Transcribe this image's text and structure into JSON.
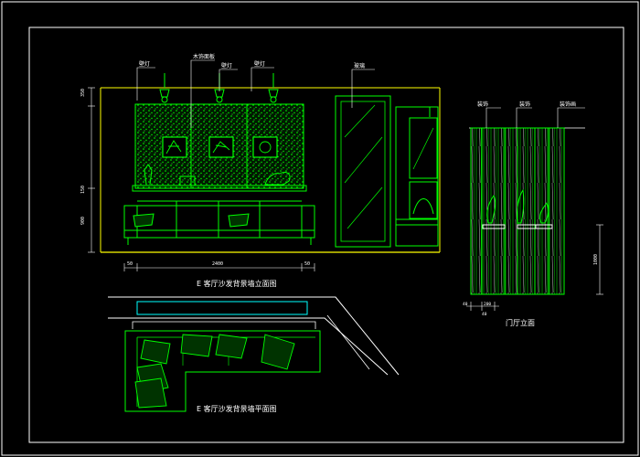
{
  "drawing": {
    "colors": {
      "background": "#000000",
      "frame": "#ffffff",
      "primary_line": "#00ff00",
      "secondary_line": "#ffff00",
      "accent_line": "#00ffff",
      "text": "#ffffff"
    },
    "elevation_top": {
      "title": "E 客厅沙发背景墙立面图",
      "tags": [
        "壁灯",
        "木饰面板",
        "壁灯",
        "壁灯"
      ],
      "right_tag": "玻璃",
      "dims_left": [
        "350",
        "150",
        "900"
      ],
      "dims_bottom": [
        "50",
        "2400",
        "50"
      ]
    },
    "plan": {
      "title": "E 客厅沙发背景墙平面图"
    },
    "entrance": {
      "title": "门厅立面",
      "tags": [
        "装饰",
        "装饰",
        "装饰画"
      ],
      "dims_bottom": [
        "40",
        "200",
        "40"
      ],
      "dim_right": "1000"
    }
  }
}
